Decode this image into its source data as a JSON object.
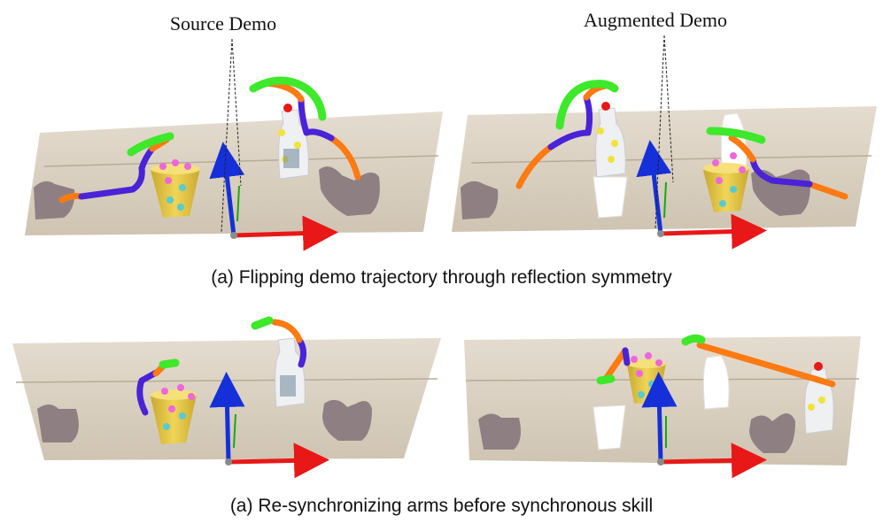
{
  "labels": {
    "source_demo": "Source Demo",
    "augmented_demo": "Augmented Demo"
  },
  "captions": {
    "top": "(a) Flipping demo trajectory through reflection symmetry",
    "bottom": "(a) Re-synchronizing arms before synchronous skill"
  },
  "colors": {
    "table": "#d9cfc0",
    "cup": "#e8c94a",
    "bottle": "#eef0f2",
    "trajectory_green": "#3ee82a",
    "trajectory_orange": "#ff7a10",
    "trajectory_purple": "#4a22d8",
    "axis_blue": "#1530d8",
    "axis_red": "#e81818",
    "hand": "#8e8082"
  }
}
